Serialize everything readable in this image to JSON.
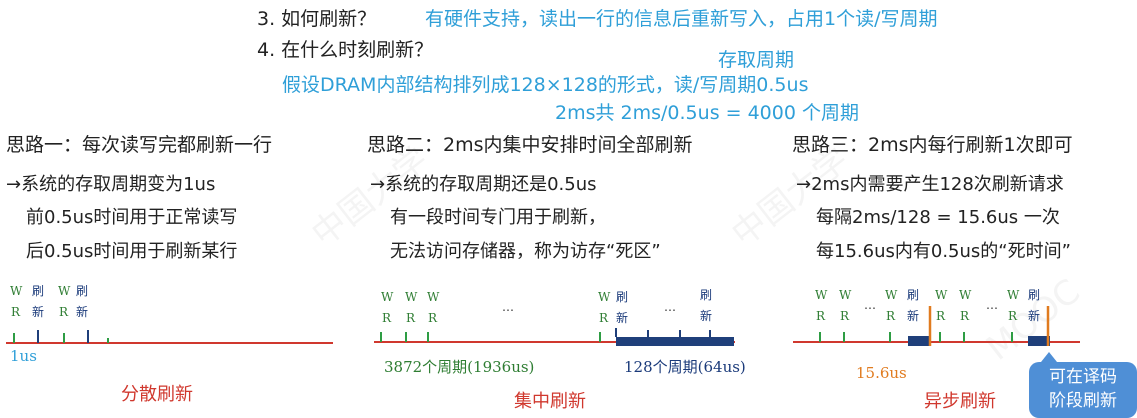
{
  "header": {
    "q3": "3. 如何刷新？",
    "q3_answer": "有硬件支持，读出一行的信息后重新写入，占用1个读/写周期",
    "q4": "4. 在什么时刻刷新？",
    "cycle_label": "存取周期",
    "assume": "假设DRAM内部结构排列成128×128的形式，读/写周期0.5us",
    "calc": "2ms共 2ms/0.5us = 4000 个周期"
  },
  "columns": [
    {
      "title": "思路一：每次读写完都刷新一行",
      "lines": [
        "→系统的存取周期变为1us",
        "前0.5us时间用于正常读写",
        "后0.5us时间用于刷新某行"
      ],
      "timeline": {
        "labels": [
          "W",
          "R",
          "刷",
          "新",
          "W",
          "R",
          "刷",
          "新"
        ],
        "value": "1us",
        "caption": "分散刷新"
      }
    },
    {
      "title": "思路二：2ms内集中安排时间全部刷新",
      "lines": [
        "→系统的存取周期还是0.5us",
        "有一段时间专门用于刷新，",
        "无法访问存储器，称为访存“死区”"
      ],
      "timeline": {
        "labels": [
          "W",
          "R",
          "W",
          "R",
          "W",
          "R",
          "…",
          "W",
          "R",
          "刷",
          "新",
          "…",
          "刷",
          "新"
        ],
        "value_left": "3872个周期(1936us)",
        "value_right": "128个周期(64us)",
        "caption": "集中刷新"
      }
    },
    {
      "title": "思路三：2ms内每行刷新1次即可",
      "lines": [
        "→2ms内需要产生128次刷新请求",
        "每隔2ms/128 = 15.6us 一次",
        "每15.6us内有0.5us的“死时间”"
      ],
      "timeline": {
        "labels": [
          "W",
          "R",
          "W",
          "R",
          "…",
          "W",
          "R",
          "刷",
          "新",
          "W",
          "R",
          "W",
          "R",
          "…",
          "W",
          "R",
          "刷",
          "新"
        ],
        "value": "15.6us",
        "caption": "异步刷新"
      }
    }
  ],
  "callout": {
    "line1": "可在译码",
    "line2": "阶段刷新"
  },
  "colors": {
    "blue_text": "#2f9fd8",
    "red_axis": "#d0382e",
    "navy_block": "#1f3f7a",
    "green_tick": "#2e9d44",
    "orange_tick": "#e07b1f",
    "callout_bg": "#4f8fd6"
  }
}
